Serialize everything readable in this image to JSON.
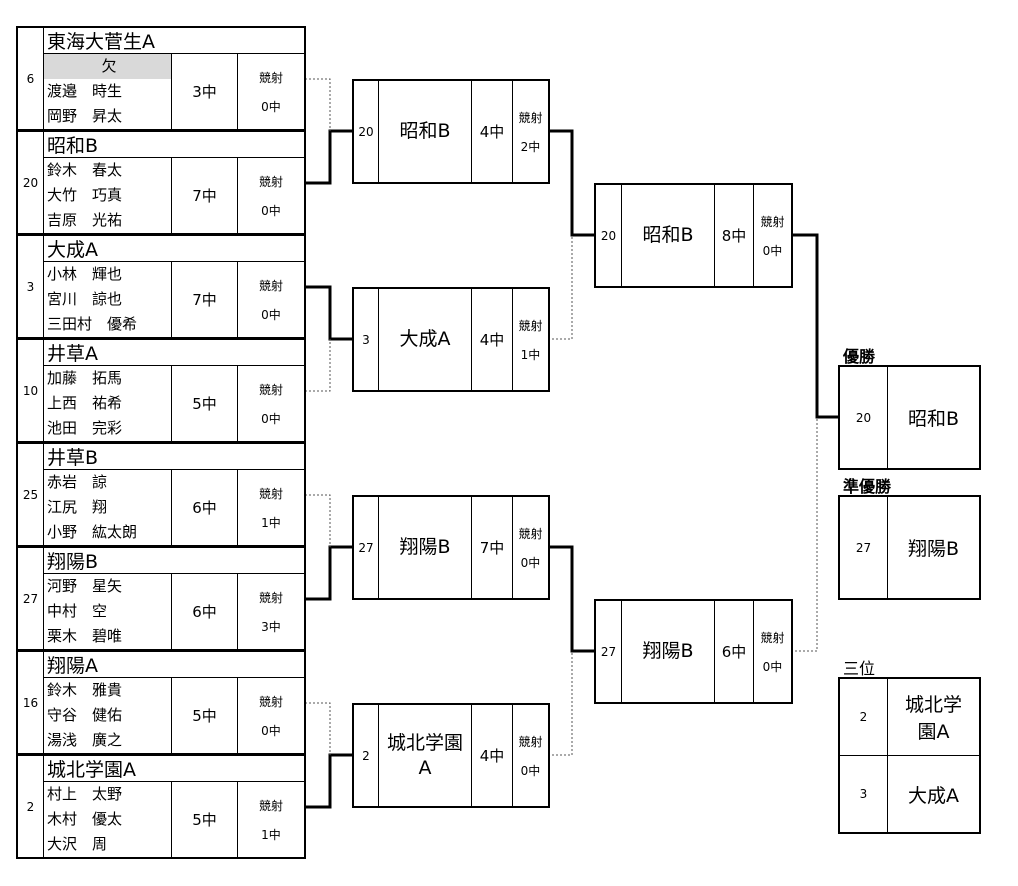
{
  "teams": [
    {
      "seed": "6",
      "name": "東海大菅生A",
      "members": [
        "欠",
        "渡邉　時生",
        "岡野　昇太"
      ],
      "score": "3中",
      "shootoff_label": "競射",
      "shootoff": "0中"
    },
    {
      "seed": "20",
      "name": "昭和B",
      "members": [
        "鈴木　春太",
        "大竹　巧真",
        "吉原　光祐"
      ],
      "score": "7中",
      "shootoff_label": "競射",
      "shootoff": "0中"
    },
    {
      "seed": "3",
      "name": "大成A",
      "members": [
        "小林　輝也",
        "宮川　諒也",
        "三田村　優希"
      ],
      "score": "7中",
      "shootoff_label": "競射",
      "shootoff": "0中"
    },
    {
      "seed": "10",
      "name": "井草A",
      "members": [
        "加藤　拓馬",
        "上西　祐希",
        "池田　完彩"
      ],
      "score": "5中",
      "shootoff_label": "競射",
      "shootoff": "0中"
    },
    {
      "seed": "25",
      "name": "井草B",
      "members": [
        "赤岩　諒",
        "江尻　翔",
        "小野　紘太朗"
      ],
      "score": "6中",
      "shootoff_label": "競射",
      "shootoff": "1中"
    },
    {
      "seed": "27",
      "name": "翔陽B",
      "members": [
        "河野　星矢",
        "中村　空",
        "栗木　碧唯"
      ],
      "score": "6中",
      "shootoff_label": "競射",
      "shootoff": "3中"
    },
    {
      "seed": "16",
      "name": "翔陽A",
      "members": [
        "鈴木　雅貴",
        "守谷　健佑",
        "湯浅　廣之"
      ],
      "score": "5中",
      "shootoff_label": "競射",
      "shootoff": "0中"
    },
    {
      "seed": "2",
      "name": "城北学園A",
      "members": [
        "村上　太野",
        "木村　優太",
        "大沢　周"
      ],
      "score": "5中",
      "shootoff_label": "競射",
      "shootoff": "1中"
    }
  ],
  "round1": [
    {
      "seed": "20",
      "name": "昭和B",
      "score": "4中",
      "shootoff_label": "競射",
      "shootoff": "2中"
    },
    {
      "seed": "3",
      "name": "大成A",
      "score": "4中",
      "shootoff_label": "競射",
      "shootoff": "1中"
    },
    {
      "seed": "27",
      "name": "翔陽B",
      "score": "7中",
      "shootoff_label": "競射",
      "shootoff": "0中"
    },
    {
      "seed": "2",
      "name": "城北学園A",
      "score": "4中",
      "shootoff_label": "競射",
      "shootoff": "0中"
    }
  ],
  "round2": [
    {
      "seed": "20",
      "name": "昭和B",
      "score": "8中",
      "shootoff_label": "競射",
      "shootoff": "0中"
    },
    {
      "seed": "27",
      "name": "翔陽B",
      "score": "6中",
      "shootoff_label": "競射",
      "shootoff": "0中"
    }
  ],
  "results": {
    "winner_label": "優勝",
    "winner": {
      "seed": "20",
      "name": "昭和B"
    },
    "runner_up_label": "準優勝",
    "runner_up": {
      "seed": "27",
      "name": "翔陽B"
    },
    "third_label": "三位",
    "third": [
      {
        "seed": "2",
        "name": "城北学園A"
      },
      {
        "seed": "3",
        "name": "大成A"
      }
    ]
  }
}
